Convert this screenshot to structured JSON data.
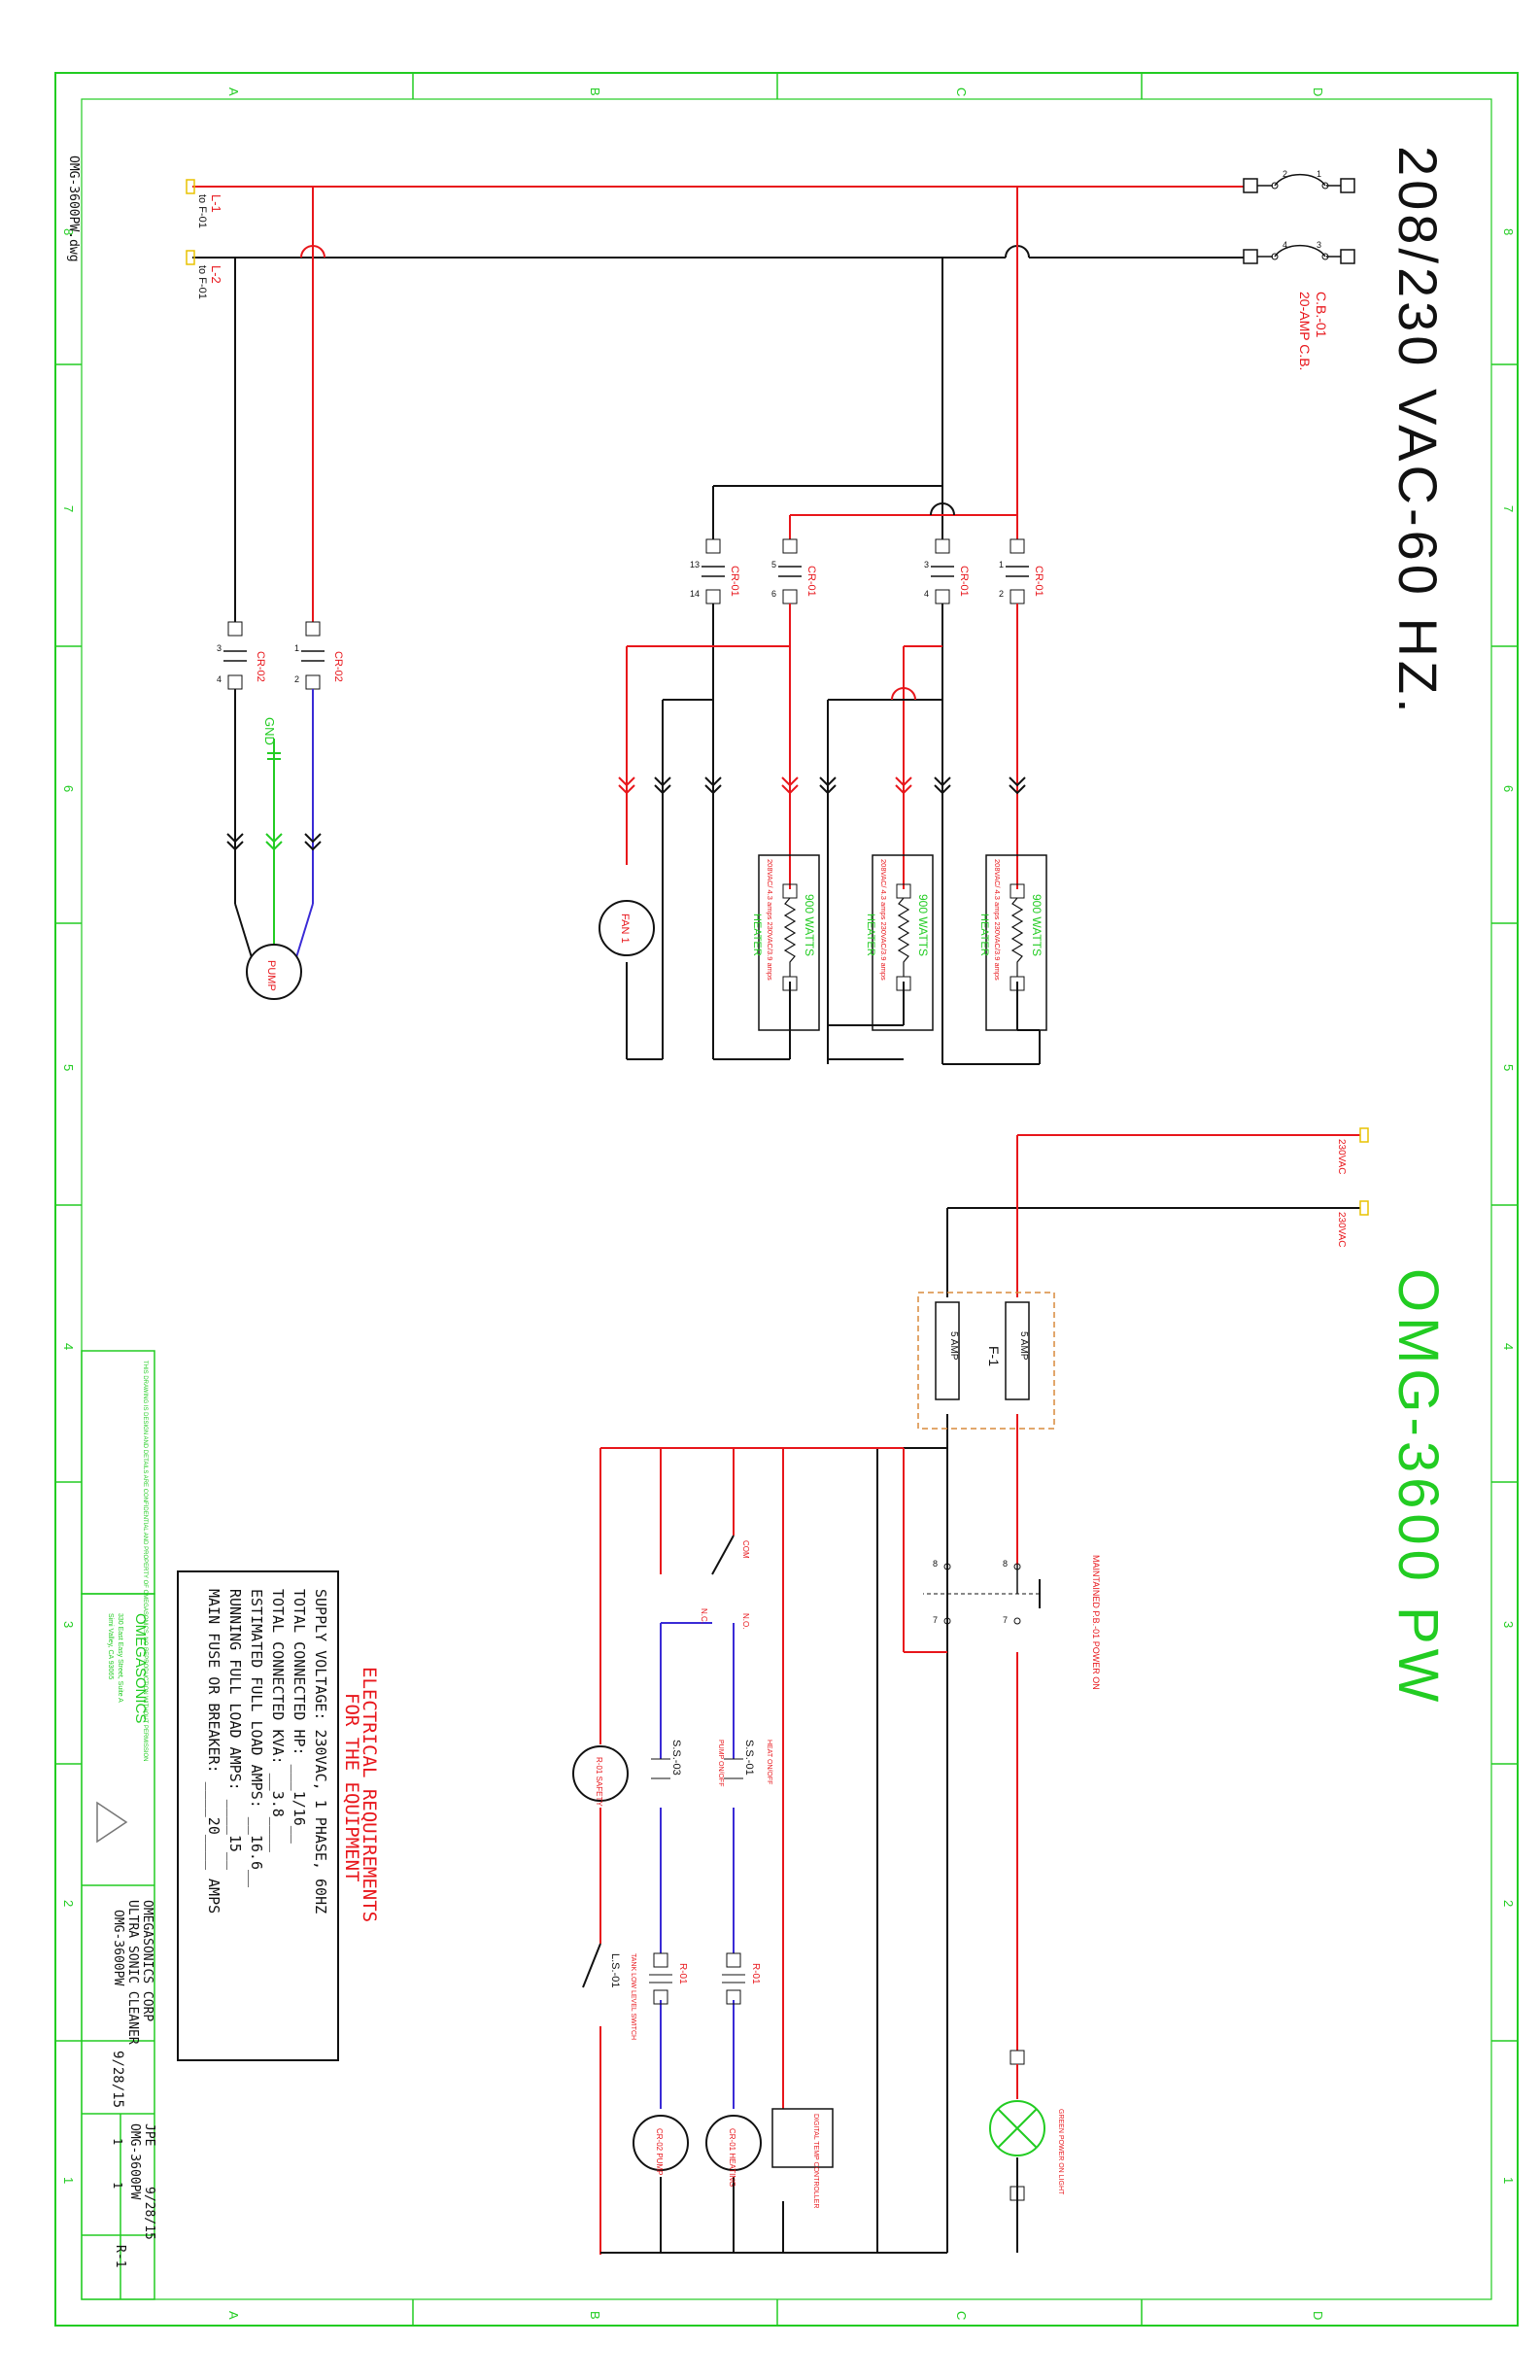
{
  "title_rotated": {
    "supply": "208/230 VAC-60 HZ.",
    "model": "OMG-3600 PW"
  },
  "zones": {
    "columns": [
      "8",
      "7",
      "6",
      "5",
      "4",
      "3",
      "2",
      "1"
    ],
    "rows": [
      "A",
      "B",
      "C",
      "D"
    ]
  },
  "lines": {
    "l1": "L-1",
    "l1_dest": "to F-01",
    "l2": "L-2",
    "l2_dest": "to F-01"
  },
  "breaker": {
    "id": "C.B.-01",
    "rating": "20-AMP C.B.",
    "pins": [
      "2",
      "1",
      "4",
      "3"
    ]
  },
  "relays": {
    "cr01_label": "CR-01",
    "cr02_label": "CR-02",
    "r01_label": "R-01",
    "pins": [
      "1",
      "2",
      "3",
      "4",
      "5",
      "6",
      "13",
      "14"
    ]
  },
  "loads": {
    "heater_watts": "900 WATTS",
    "heater_label": "HEATER",
    "heater_spec": "208VAC/ 4.3 amps 230VAC/3.9 amps",
    "fan": "FAN 1",
    "pump": "PUMP",
    "gnd": "GND"
  },
  "control": {
    "vac1": "230VAC",
    "vac2": "230VAC",
    "fuse_amp": "5 AMP",
    "fuse_id": "F-1",
    "pb": "MAINTAINED P.B.-01 POWER ON",
    "pb_pins": [
      "8",
      "7"
    ],
    "com": "COM",
    "nc": "N.C.",
    "no": "N.O.",
    "ss01": "S.S.-01",
    "ss01_desc": "HEAT ON/OFF",
    "ss03": "S.S.-03",
    "ss03_desc": "PUMP ON/OFF",
    "ls01": "L.S.-01",
    "ls01_desc": "TANK LOW LEVEL SWITCH",
    "r01_coil": "R-01 SAFETY",
    "cr02_coil": "CR-02 PUMP",
    "cr01_coil": "CR-01 HEATING",
    "temp_ctrl": "DIGITAL TEMP CONTROLLER",
    "light": "GREEN POWER ON LIGHT"
  },
  "requirements": {
    "title1": "ELECTRICAL REQUIREMENTS",
    "title2": "FOR THE EQUIPMENT",
    "rows": [
      "SUPPLY VOLTAGE: 230VAC, 1 PHASE, 60HZ",
      "TOTAL CONNECTED HP: ___1/16__",
      "TOTAL CONNECTED KVA: __3.8____",
      "ESTIMATED FULL LOAD AMPS: __16.6__",
      "RUNNING FULL LOAD AMPS: ____15__",
      "MAIN FUSE OR BREAKER: ____20____ AMPS"
    ]
  },
  "title_block": {
    "company": "OMEGASONICS CORP",
    "product": "ULTRA SONIC CLEANER",
    "model": "OMG-3600PW",
    "logo_name": "OMEGASONICS",
    "address": "330 East Easy Street, Suite A",
    "city": "Simi Valley, CA 93065",
    "drawn_by": "JPE",
    "date": "9/28/15",
    "dwg_no": "OMG-3600PW",
    "rev": "R-1",
    "sheet": "1",
    "of": "1",
    "date_stamp": "9/28/15",
    "file": "OMG-3600PW.dwg",
    "notice": "THIS DRAWING IS DESIGN AND DETAILS ARE CONFIDENTIAL AND PROPERTY OF OMEGASONICS. NO REPRODUCTION WITHOUT PERMISSION"
  },
  "colors": {
    "border": "#22cc22",
    "hot": "#e8161b",
    "neutral": "#111111",
    "control": "#3a2bd6",
    "ground": "#22cc22",
    "fuse_box": "#d98a3c"
  }
}
